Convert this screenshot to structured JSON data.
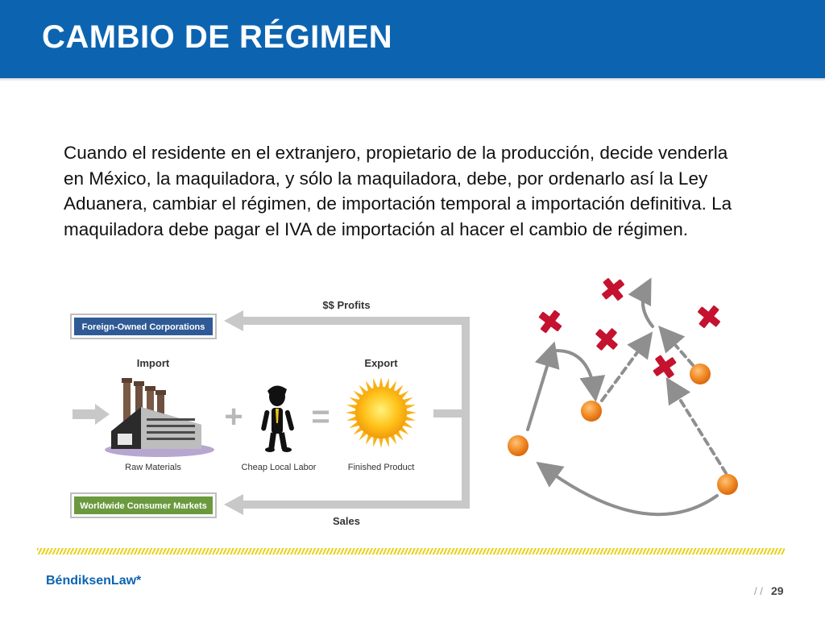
{
  "slide": {
    "title": "CAMBIO DE RÉGIMEN",
    "body": "Cuando el residente en el extranjero, propietario de la producción, decide venderla en México, la maquiladora, y sólo la maquiladora, debe, por ordenarlo así la Ley Aduanera, cambiar el régimen, de importación temporal a importación definitiva.  La maquiladora debe pagar el IVA de importación al hacer el cambio de régimen.",
    "page_number": "29",
    "page_separator": "/ /"
  },
  "logo": {
    "name": "BéndiksenLaw",
    "mark": "*"
  },
  "diagram": {
    "profits_label": "$$ Profits",
    "sales_label": "Sales",
    "foreign_box": "Foreign-Owned Corporations",
    "consumer_box": "Worldwide Consumer Markets",
    "import_label": "Import",
    "export_label": "Export",
    "raw_materials_label": "Raw Materials",
    "labor_label": "Cheap Local Labor",
    "finished_label": "Finished Product",
    "plus_sign": "+",
    "equals_sign": "=",
    "foreign_box_color": "#2f5a95",
    "consumer_box_color": "#6b9a3e",
    "arrow_color": "#c8c8c8"
  },
  "network": {
    "node_color": "#f08a24",
    "cross_color": "#c4122f",
    "arrow_color": "#8f8f8f"
  },
  "colors": {
    "header": "#0c64b1",
    "stripe": "#e8d21b"
  }
}
